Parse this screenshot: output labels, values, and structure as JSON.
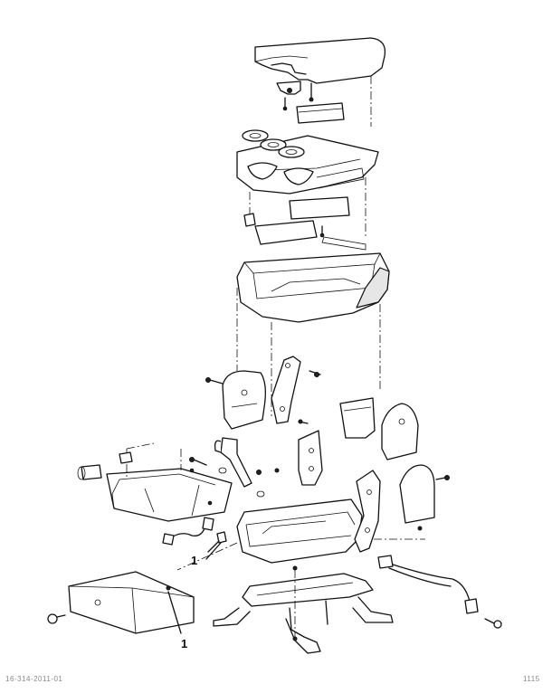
{
  "callouts": {
    "label_1": "1",
    "label_2": "1"
  },
  "footer": {
    "left": "16-314-2011-01",
    "right": "1115"
  }
}
